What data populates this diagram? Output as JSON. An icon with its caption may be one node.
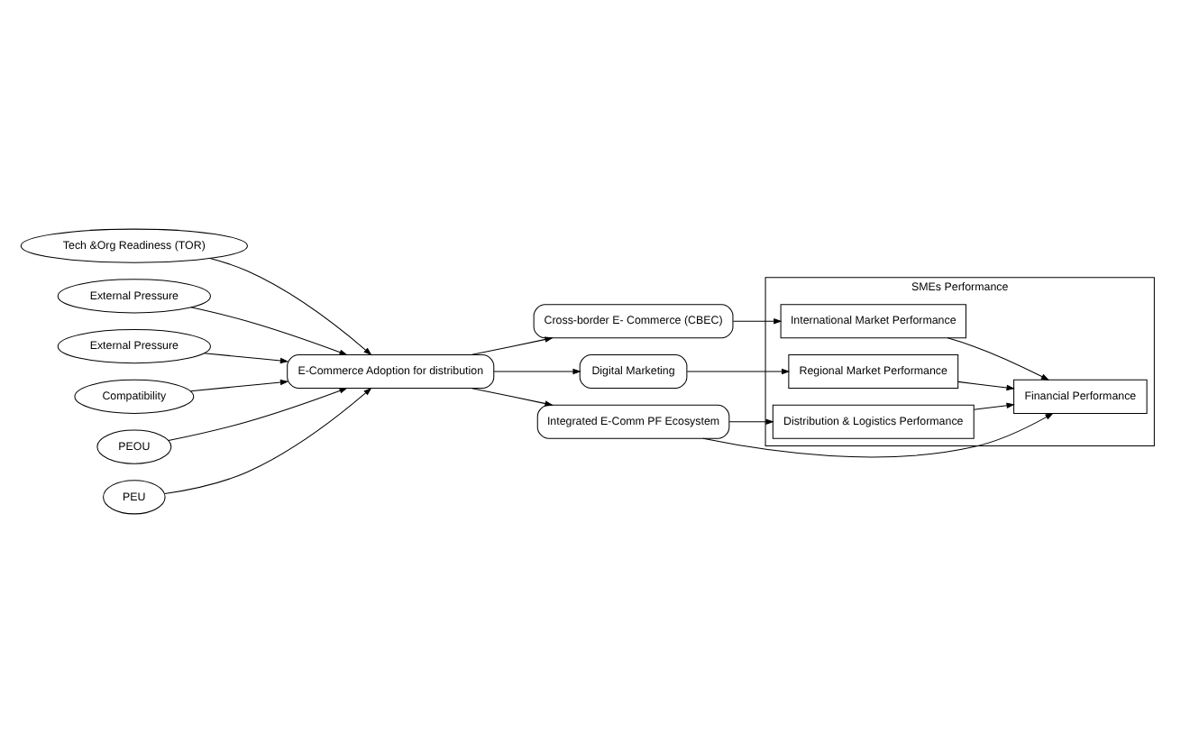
{
  "diagram": {
    "nodes": [
      {
        "text": [
          "Tech &Org Readiness (TOR)"
        ]
      },
      {
        "text": [
          "External Pressure"
        ]
      },
      {
        "text": [
          "External Pressure"
        ]
      },
      {
        "text": [
          "Compatibility"
        ]
      },
      {
        "text": [
          "PEOU"
        ]
      },
      {
        "text": [
          "PEU"
        ]
      },
      {
        "text": [
          "E-Commerce Adoption for distribution"
        ]
      },
      {
        "text": [
          "Cross-border E- Commerce (CBEC)"
        ]
      },
      {
        "text": [
          "Digital Marketing"
        ]
      },
      {
        "text": [
          "Integrated E-Comm PF Ecosystem"
        ]
      },
      {
        "text": [
          "SMEs Performance"
        ]
      },
      {
        "text": [
          "International Market Performance"
        ],
        "in": 10
      },
      {
        "text": [
          "Regional Market Performance"
        ],
        "in": 10
      },
      {
        "text": [
          "Distribution & Logistics Performance"
        ],
        "in": 10
      },
      {
        "text": [
          "Financial Performance"
        ],
        "in": 10
      }
    ],
    "edges": [
      {
        "from": 0,
        "to": 6,
        "arrow": "to"
      },
      {
        "from": 1,
        "to": 6,
        "arrow": "to"
      },
      {
        "from": 2,
        "to": 6,
        "arrow": "to"
      },
      {
        "from": 3,
        "to": 6,
        "arrow": "to"
      },
      {
        "from": 4,
        "to": 6,
        "arrow": "to"
      },
      {
        "from": 5,
        "to": 6,
        "arrow": "to"
      },
      {
        "from": 6,
        "to": 7,
        "arrow": "to"
      },
      {
        "from": 6,
        "to": 8,
        "arrow": "to"
      },
      {
        "from": 6,
        "to": 9,
        "arrow": "to"
      },
      {
        "from": 7,
        "to": 11,
        "arrow": "to"
      },
      {
        "from": 8,
        "to": 12,
        "arrow": "to"
      },
      {
        "from": 9,
        "to": 13,
        "arrow": "to"
      },
      {
        "from": 9,
        "to": 14,
        "arrow": "to"
      },
      {
        "from": 11,
        "to": 14,
        "arrow": "to"
      },
      {
        "from": 12,
        "to": 14,
        "arrow": "to"
      },
      {
        "from": 13,
        "to": 14,
        "arrow": "to"
      }
    ]
  }
}
